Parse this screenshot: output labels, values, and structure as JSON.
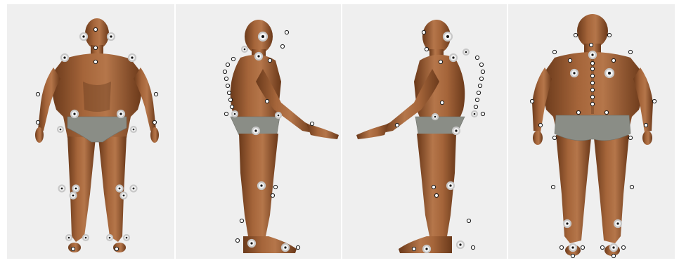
{
  "figure": {
    "views": [
      "front",
      "side-right-facing",
      "side-left-facing",
      "back"
    ],
    "background_color": "#efefef",
    "skin_color": "#9b5a32",
    "brief_color": "#8a8d86",
    "marker_style": "white circles with dark outline (reflective motion-capture markers)"
  }
}
